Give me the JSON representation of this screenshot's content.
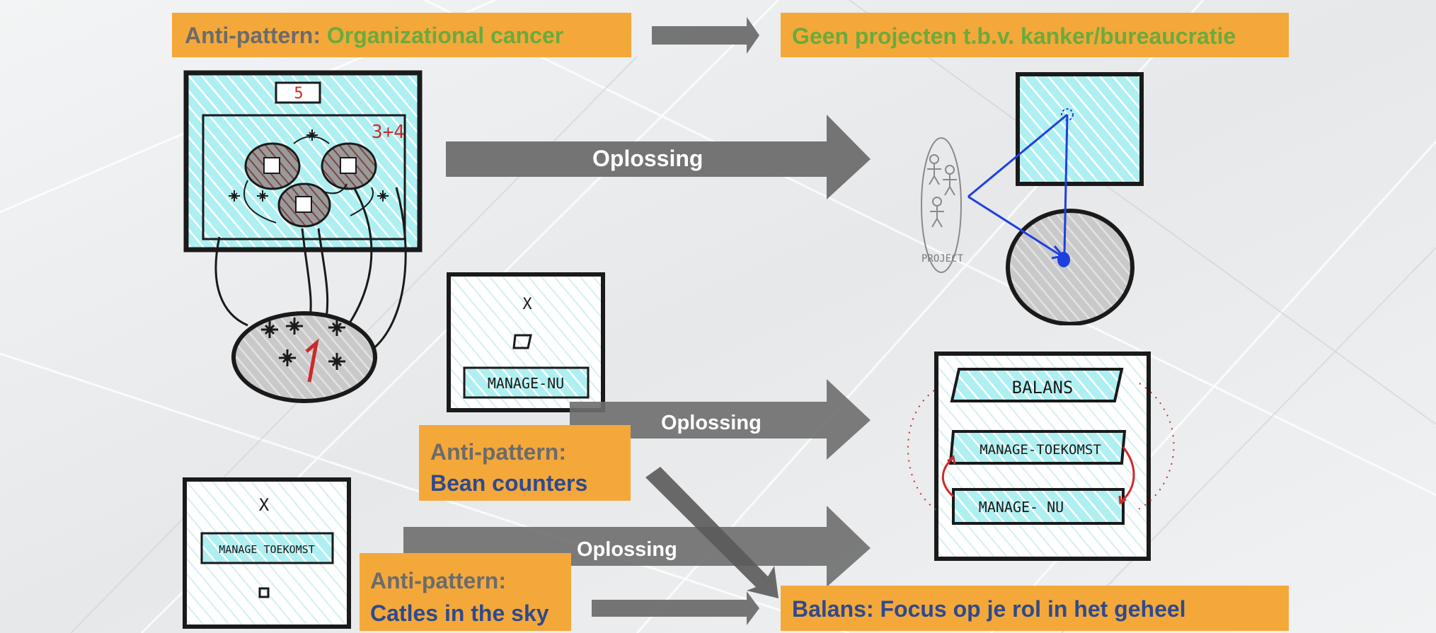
{
  "top_left_label": {
    "prefix": "Anti-pattern: ",
    "name": "Organizational cancer"
  },
  "top_right_label": "Geen projecten t.b.v. kanker/bureaucratie",
  "arrow_label_1": "Oplossing",
  "arrow_label_2": "Oplossing",
  "arrow_label_3": "Oplossing",
  "mid_label": {
    "prefix": "Anti-pattern:",
    "name": "Bean counters"
  },
  "bottom_label": {
    "prefix": "Anti-pattern:",
    "name": "Catles in the sky"
  },
  "bottom_right_label": "Balans: Focus op je rol in het geheel",
  "sketch_text": {
    "box_number": "5",
    "box_corner": "3+4",
    "manage_nu": "MANAGE-NU",
    "manage_toekomst_small": "MANAGE TOEKOMST",
    "project": "PROJECT",
    "balans": "BALANS",
    "manage_toekomst": "MANAGE-TOEKOMST",
    "manage_nu_2": "MANAGE- NU",
    "mark_x": "X"
  },
  "colors": {
    "label_bg": "#f4a83a",
    "gray_text": "#6b6b6b",
    "green_text": "#6aab3c",
    "blue_text": "#2e4a8c",
    "arrow": "#6e6e6e",
    "sketch_cyan": "#a8ecf0",
    "sketch_blue": "#1e3fe0",
    "sketch_red": "#cc2a2a"
  }
}
